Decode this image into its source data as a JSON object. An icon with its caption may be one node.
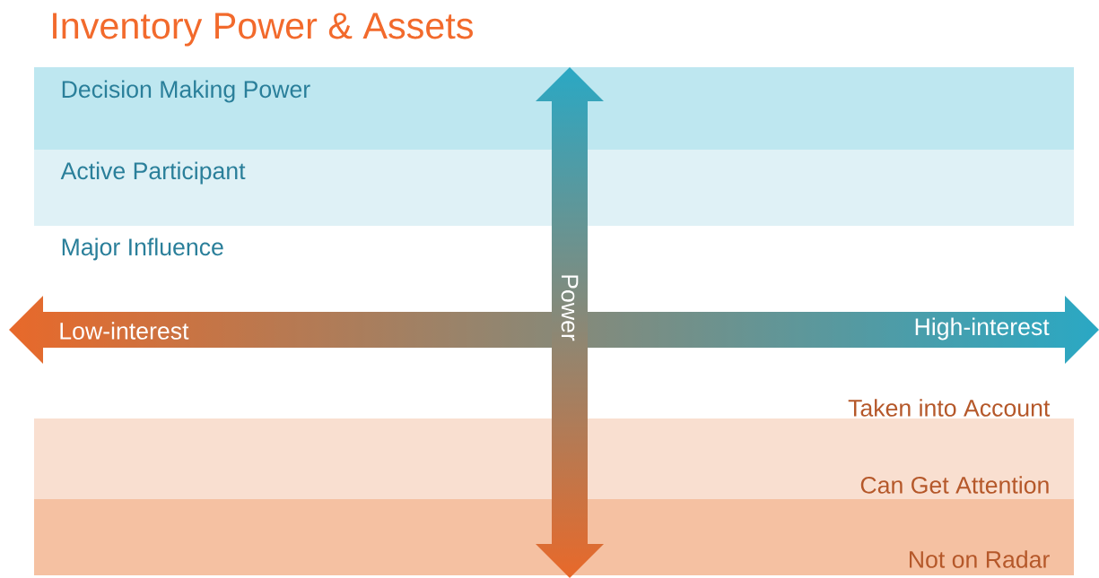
{
  "diagram": {
    "title": "Inventory Power & Assets",
    "nodes": [
      {
        "text": [
          "Decision Making Power"
        ]
      },
      {
        "text": [
          "Active Participant"
        ]
      },
      {
        "text": [
          "Major Influence"
        ]
      },
      {
        "text": [
          "Taken into Account"
        ]
      },
      {
        "text": [
          "Can Get Attention"
        ]
      },
      {
        "text": [
          "Not on Radar"
        ]
      }
    ],
    "edges": [],
    "labels": [
      "Power",
      "Low-interest",
      "High-interest"
    ]
  }
}
